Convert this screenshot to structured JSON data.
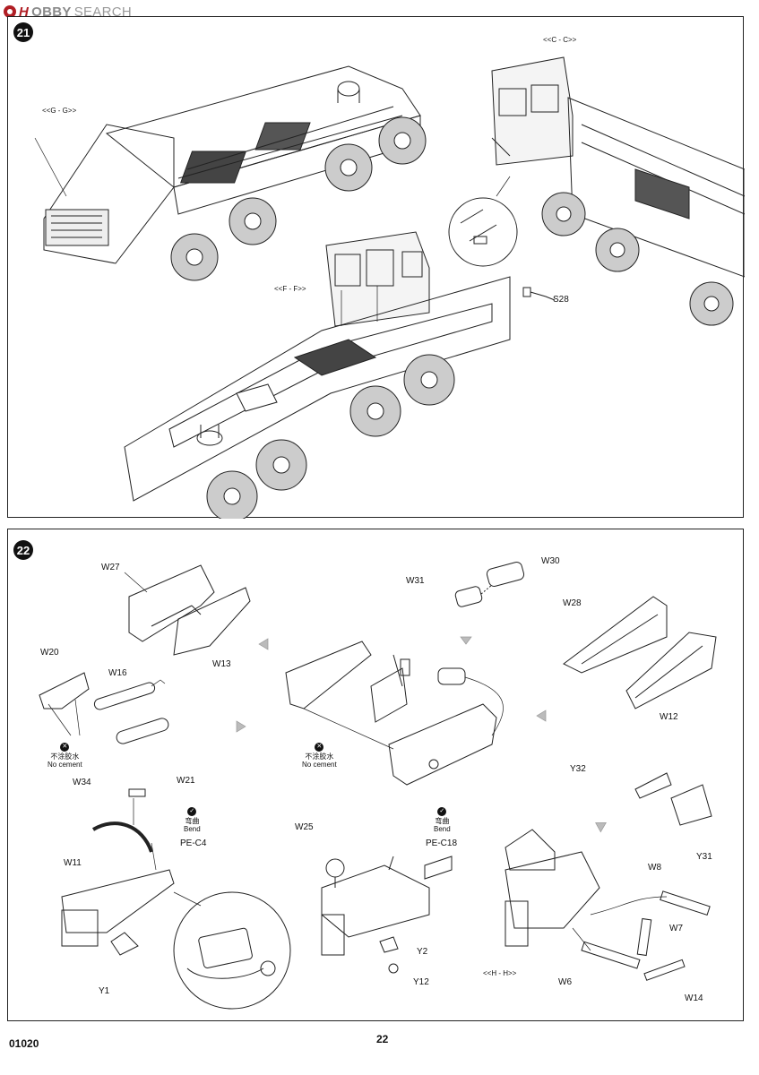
{
  "watermark": {
    "brand_a": "H",
    "brand_b": "OBBY",
    "brand_c": "SEARCH"
  },
  "step21": {
    "number": "21",
    "view_g": "<<G - G>>",
    "view_c": "<<C - C>>",
    "view_f": "<<F - F>>",
    "part_s28": "S28"
  },
  "step22": {
    "number": "22",
    "parts": {
      "W27": "W27",
      "W13": "W13",
      "W31": "W31",
      "W30": "W30",
      "W28": "W28",
      "W12": "W12",
      "W20": "W20",
      "W16": "W16",
      "W21": "W21",
      "W34": "W34",
      "W11": "W11",
      "Y1": "Y1",
      "W25": "W25",
      "Y2": "Y2",
      "Y12": "Y12",
      "Y32": "Y32",
      "Y31": "Y31",
      "W8": "W8",
      "W7": "W7",
      "W6": "W6",
      "W14": "W14"
    },
    "pe_c4": "PE-C4",
    "pe_c18": "PE-C18",
    "view_h": "<<H - H>>",
    "no_cement_cn": "不涂胶水",
    "no_cement_en": "No cement",
    "bend_cn": "弯曲",
    "bend_en": "Bend"
  },
  "footer": {
    "code": "01020",
    "page": "22"
  }
}
